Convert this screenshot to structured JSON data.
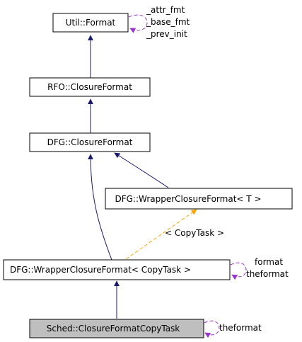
{
  "diagram": {
    "type": "class-inheritance-graph",
    "colors": {
      "inheritance_edge": "#191970",
      "template_edge": "#ffa500",
      "usage_edge": "#9a32cd",
      "node_border": "#000000",
      "node_fill": "#ffffff",
      "highlighted_fill": "#bfbfbf"
    },
    "nodes": {
      "util_format": {
        "label": "Util::Format"
      },
      "rfo_closure_format": {
        "label": "RFO::ClosureFormat"
      },
      "dfg_closure_format": {
        "label": "DFG::ClosureFormat"
      },
      "dfg_wrapper_t": {
        "label": "DFG::WrapperClosureFormat< T >"
      },
      "dfg_wrapper_copytask": {
        "label": "DFG::WrapperClosureFormat< CopyTask >"
      },
      "sched_copytask": {
        "label": "Sched::ClosureFormatCopyTask",
        "highlighted": true
      }
    },
    "edge_labels": {
      "attr_fmt": "_attr_fmt",
      "base_fmt": "_base_fmt",
      "prev_init": "_prev_init",
      "copytask_template": "< CopyTask >",
      "format": "format",
      "theformat_wrapper": "theformat",
      "theformat_sched": "theformat"
    }
  }
}
